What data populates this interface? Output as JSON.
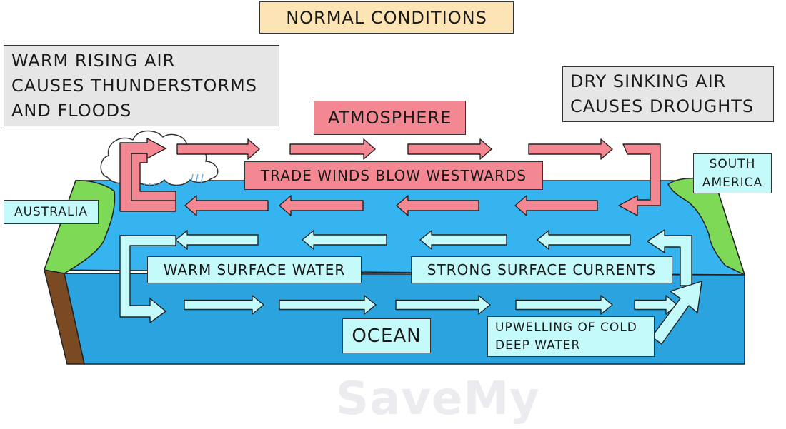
{
  "title": "NORMAL CONDITIONS",
  "labels": {
    "warm_air": [
      "WARM RISING AIR",
      "CAUSES THUNDERSTORMS",
      "AND FLOODS"
    ],
    "dry_air": [
      "DRY SINKING AIR",
      "CAUSES DROUGHTS"
    ],
    "atmosphere": "ATMOSPHERE",
    "trade_winds": "TRADE WINDS BLOW WESTWARDS",
    "australia": "AUSTRALIA",
    "south_america": [
      "SOUTH",
      "AMERICA"
    ],
    "warm_surface": "WARM SURFACE WATER",
    "strong_currents": "STRONG SURFACE CURRENTS",
    "ocean": "OCEAN",
    "upwelling": [
      "UPWELLING OF COLD",
      "DEEP WATER"
    ]
  },
  "watermark": "SaveMy",
  "colors": {
    "ocean_top": "#36b4ef",
    "ocean_front": "#2aa3df",
    "land": "#7ed957",
    "soil": "#7a4a22",
    "air_arrow": "#f48892",
    "water_arrow": "#c5fafa",
    "title_bg": "#fde4b4",
    "note_bg": "#e6e6e6"
  }
}
